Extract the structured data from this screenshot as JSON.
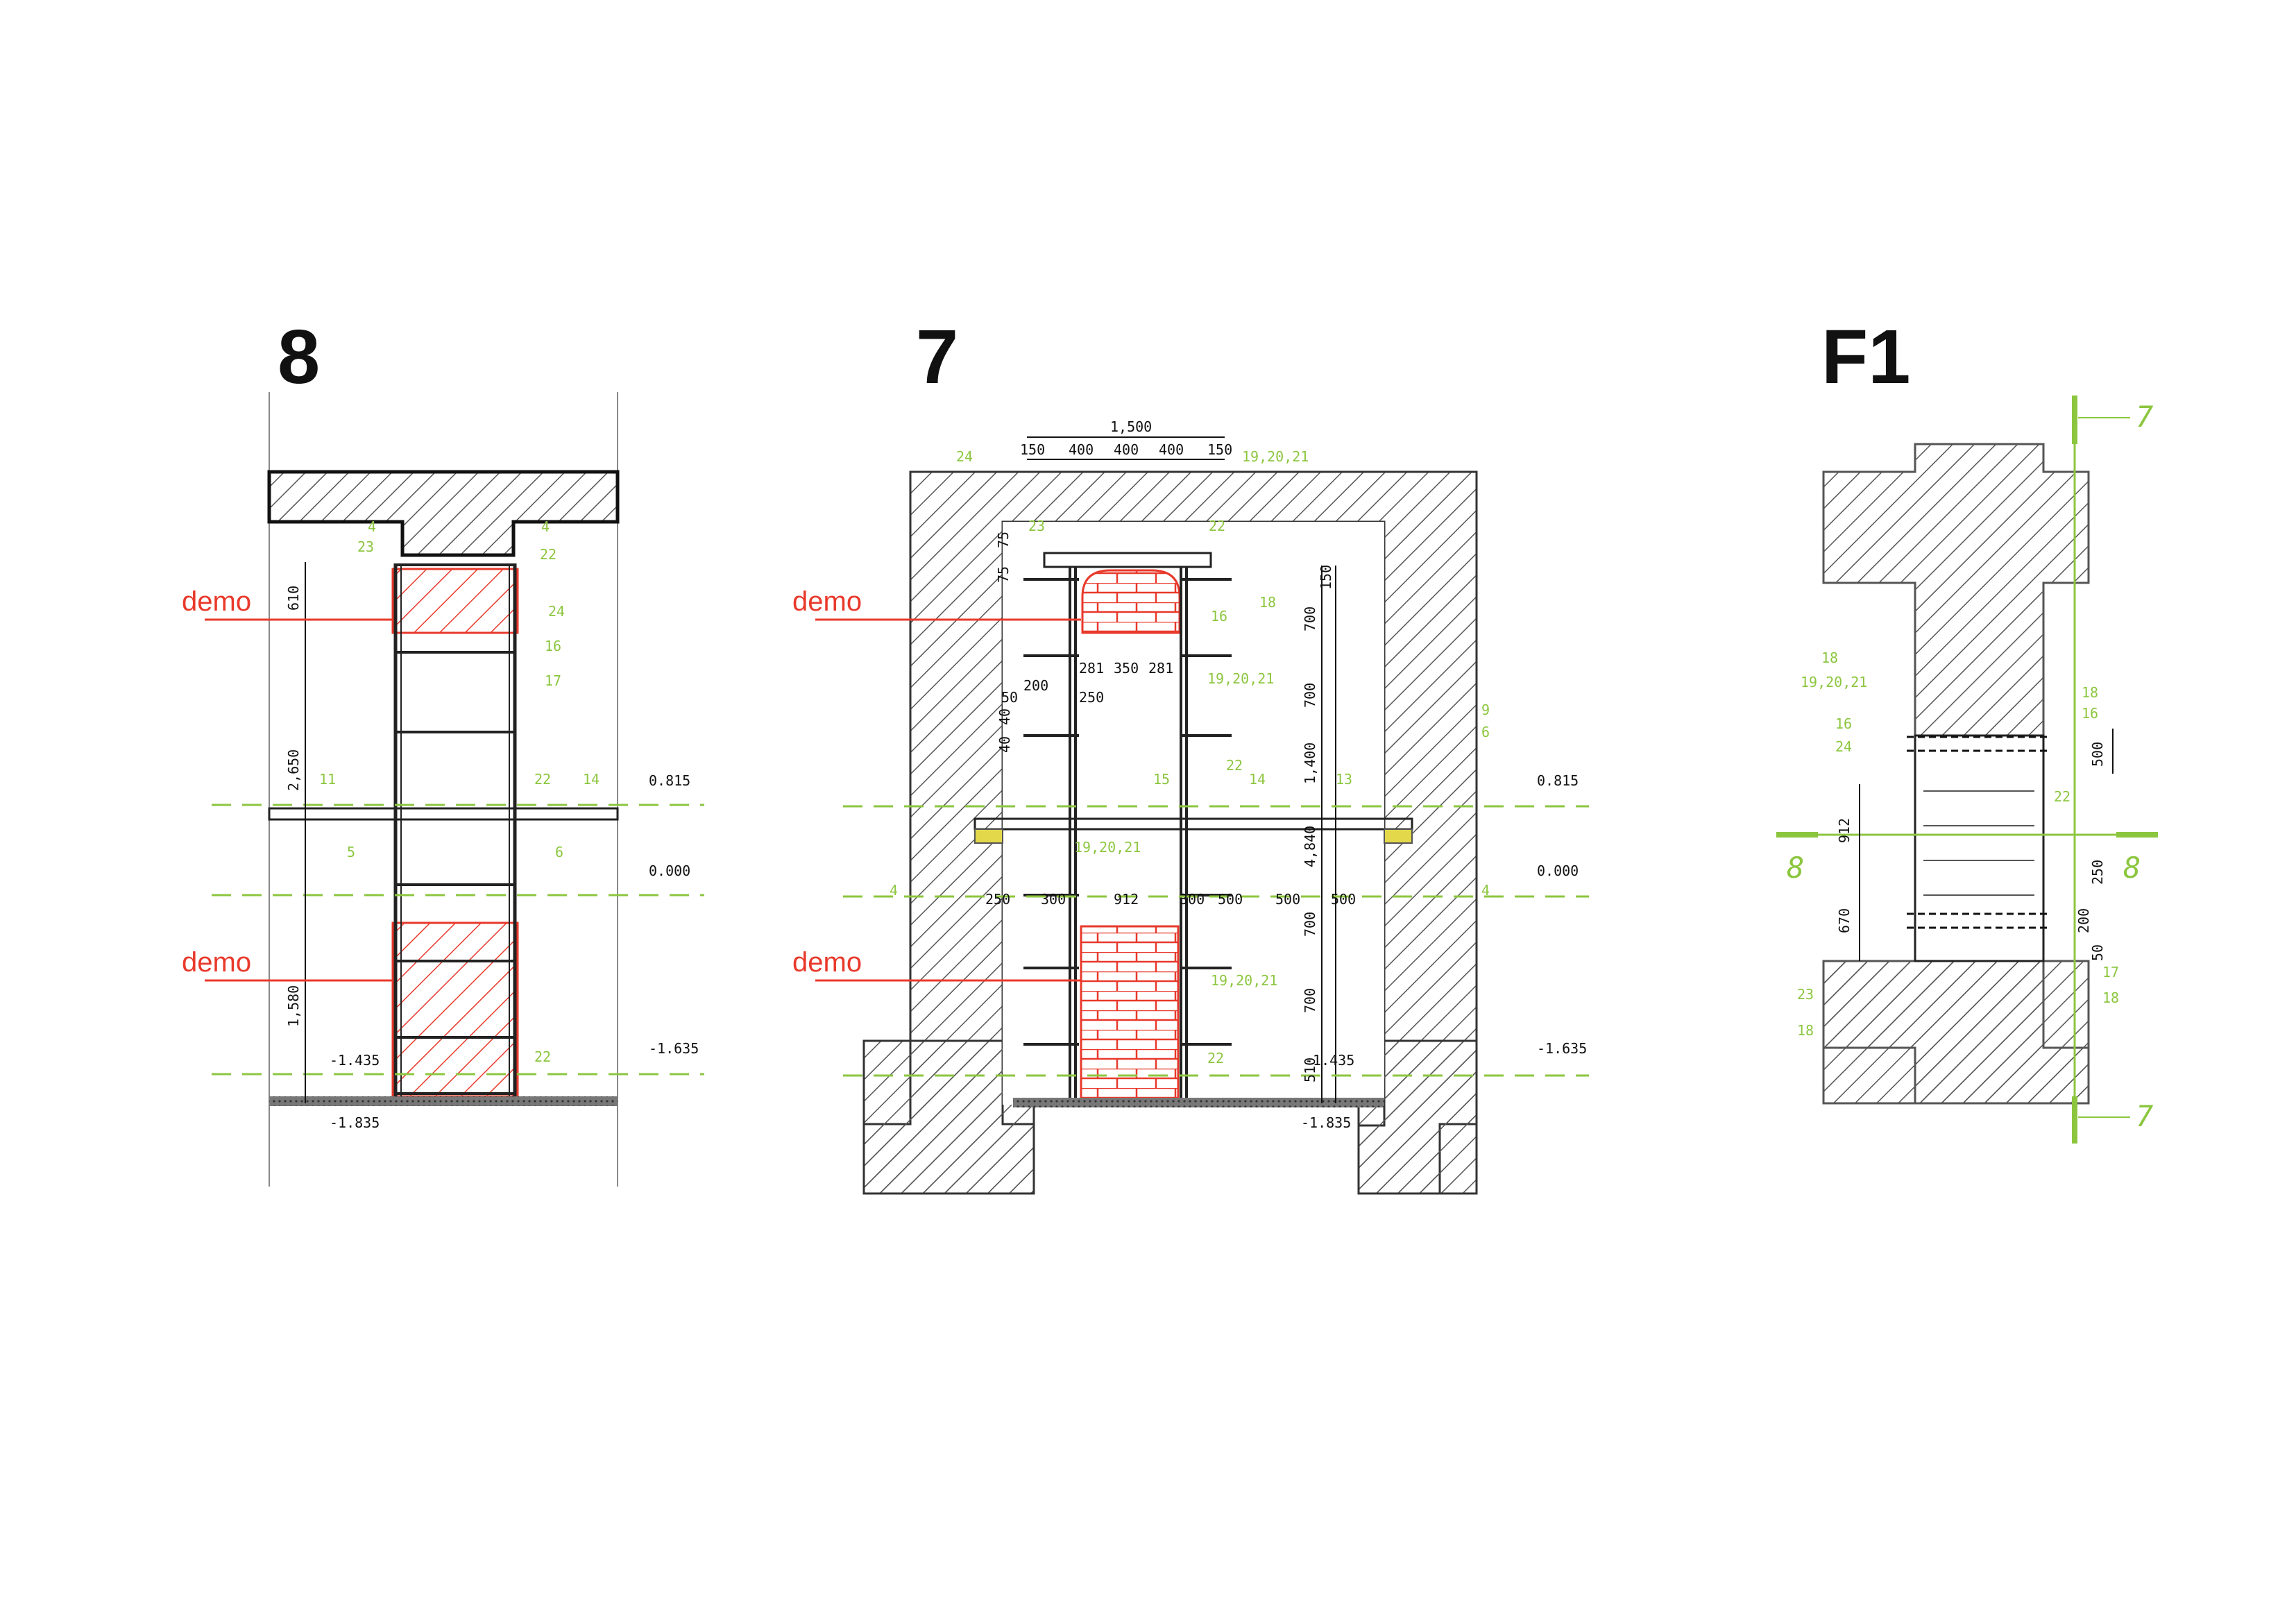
{
  "colors": {
    "ink": "#1a1a1a",
    "hatch": "#555555",
    "demo": "#e8392b",
    "annot": "#8cc63f",
    "fill_yellow": "#e2d84a"
  },
  "view8": {
    "title": "8",
    "demo_labels": [
      "demo",
      "demo"
    ],
    "dims": [
      "610",
      "2,650",
      "1,580"
    ],
    "levels": [
      "0.815",
      "0.000",
      "-1.635",
      "-1.435",
      "-1.835"
    ],
    "tags": [
      "4",
      "4",
      "23",
      "22",
      "24",
      "16",
      "17",
      "11",
      "22",
      "14",
      "5",
      "6",
      "22"
    ]
  },
  "view7": {
    "title": "7",
    "demo_labels": [
      "demo",
      "demo"
    ],
    "top_dims": [
      "1,500",
      "150",
      "400",
      "400",
      "400",
      "150"
    ],
    "dims": [
      "75",
      "75",
      "281",
      "350",
      "281",
      "200",
      "250",
      "50",
      "40",
      "40",
      "250",
      "300",
      "912",
      "300",
      "500",
      "500",
      "500",
      "700",
      "700",
      "1,400",
      "4,840",
      "700",
      "700",
      "150",
      "510"
    ],
    "levels": [
      "0.815",
      "0.000",
      "-1.635",
      "-1.435",
      "-1.835"
    ],
    "tags": [
      "24",
      "19,20,21",
      "23",
      "22",
      "18",
      "16",
      "19,20,21",
      "15",
      "22",
      "14",
      "13",
      "9",
      "6",
      "19,20,21",
      "4",
      "4",
      "19,20,21",
      "22"
    ]
  },
  "viewF1": {
    "title": "F1",
    "section_marks": [
      "7",
      "7",
      "8",
      "8"
    ],
    "dims": [
      "500",
      "912",
      "670",
      "250",
      "200",
      "50"
    ],
    "tags": [
      "18",
      "19,20,21",
      "16",
      "24",
      "18",
      "16",
      "22",
      "23",
      "18",
      "17",
      "18"
    ]
  }
}
